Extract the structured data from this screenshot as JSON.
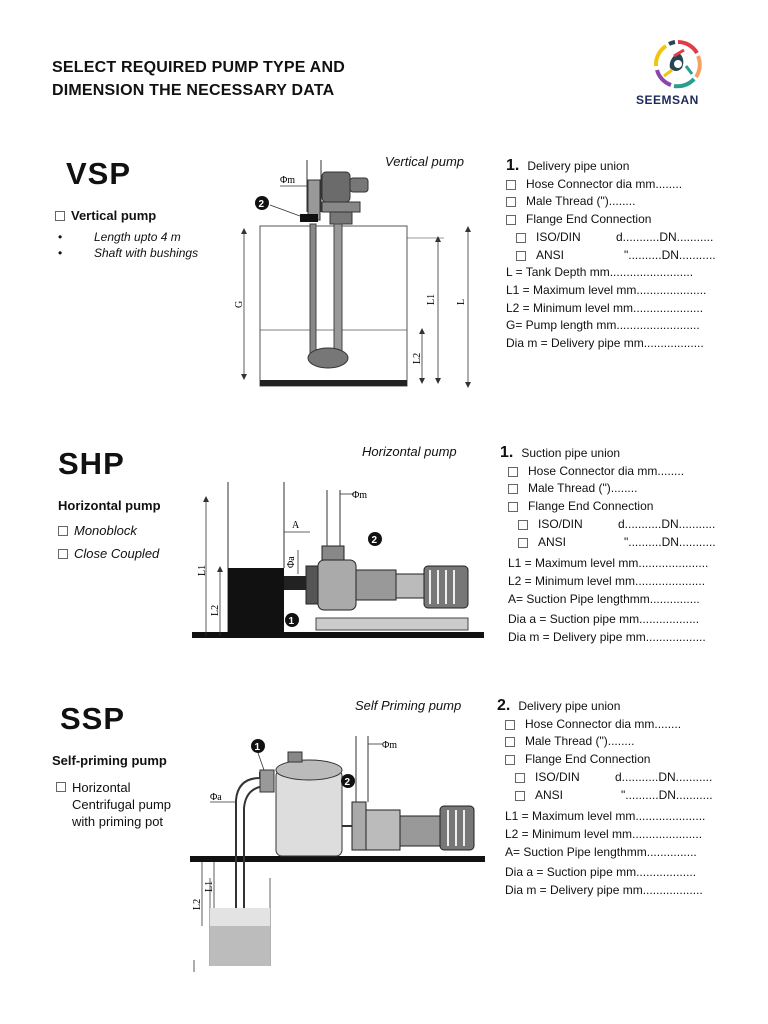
{
  "header": {
    "title_line1": "SELECT REQUIRED PUMP TYPE AND",
    "title_line2": "DIMENSION THE NECESSARY DATA",
    "logo_text": "SEEMSAN",
    "logo_colors": [
      "#e63946",
      "#f4a261",
      "#2a9d8f",
      "#264653",
      "#8e44ad",
      "#f1c40f"
    ]
  },
  "vsp": {
    "code": "VSP",
    "option": "Vertical pump",
    "bullets": [
      "Length upto 4 m",
      "Shaft with bushings"
    ],
    "pump_type": "Vertical pump",
    "diagram": {
      "dim_phi": "Φm",
      "marker": "2",
      "dim_G": "G",
      "dim_L1": "L1",
      "dim_L": "L",
      "dim_L2": "L2"
    },
    "spec": {
      "num": "1.",
      "heading": "Delivery pipe union",
      "hose": "Hose Connector dia mm........",
      "thread": "Male Thread (\")........",
      "flange": "Flange End Connection",
      "iso": "ISO/DIN",
      "iso_val": "d...........DN...........",
      "ansi": "ANSI",
      "ansi_val": "\"..........DN...........",
      "L": "L =    Tank Depth mm.........................",
      "L1": "L1 =   Maximum level mm.....................",
      "L2": "L2 =    Minimum level  mm.....................",
      "G": "G=    Pump length mm.........................",
      "diam": "Dia m = Delivery pipe mm.................."
    }
  },
  "shp": {
    "code": "SHP",
    "subtitle": "Horizontal pump",
    "options": [
      "Monoblock",
      "Close Coupled"
    ],
    "pump_type": "Horizontal pump",
    "diagram": {
      "dim_phi": "Φm",
      "dim_A": "A",
      "dim_phia": "Φa",
      "dim_L1": "L1",
      "dim_L2": "L2",
      "marker1": "1",
      "marker2": "2"
    },
    "spec": {
      "num": "1.",
      "heading": "Suction pipe union",
      "hose": "Hose Connector dia mm........",
      "thread": "Male Thread (\")........",
      "flange": "Flange End Connection",
      "iso": "ISO/DIN",
      "iso_val": "d...........DN...........",
      "ansi": "ANSI",
      "ansi_val": "\"..........DN...........",
      "L1": "L1 =   Maximum level mm.....................",
      "L2": "L2 =    Minimum level  mm.....................",
      "A": "A=    Suction Pipe  lengthmm...............",
      "diaa": "Dia a = Suction pipe mm..................",
      "diam": "Dia m = Delivery pipe mm.................."
    }
  },
  "ssp": {
    "code": "SSP",
    "subtitle": "Self-priming pump",
    "option_line1": "Horizontal",
    "option_line2": "Centrifugal pump",
    "option_line3": "with priming pot",
    "pump_type": "Self Priming pump",
    "diagram": {
      "dim_phi": "Φm",
      "dim_phia": "Φa",
      "dim_L1": "L1",
      "dim_L2": "L2",
      "marker1": "1",
      "marker2": "2"
    },
    "spec": {
      "num": "2.",
      "heading": "Delivery pipe union",
      "hose": "Hose Connector dia mm........",
      "thread": "Male Thread (\")........",
      "flange": "Flange End Connection",
      "iso": "ISO/DIN",
      "iso_val": "d...........DN...........",
      "ansi": "ANSI",
      "ansi_val": "\"..........DN...........",
      "L1": "L1 =   Maximum level mm.....................",
      "L2": "L2 =    Minimum level  mm.....................",
      "A": "A=    Suction Pipe  lengthmm...............",
      "diaa": "Dia a = Suction pipe mm..................",
      "diam": "Dia m = Delivery pipe mm.................."
    }
  }
}
